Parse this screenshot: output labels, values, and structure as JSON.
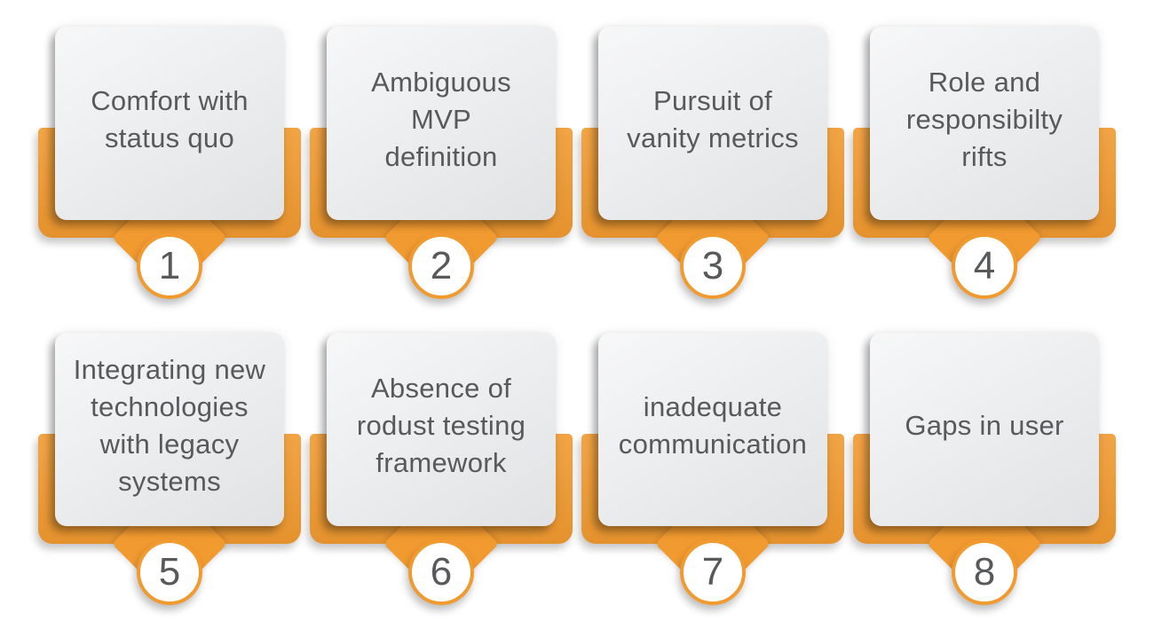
{
  "colors": {
    "accent": "#F19A30",
    "panel": "#EDEEF0",
    "text": "#58595B",
    "bg": "#FFFFFF"
  },
  "cards": [
    {
      "number": "1",
      "label": "Comfort with\nstatus quo"
    },
    {
      "number": "2",
      "label": "Ambiguous\nMVP\ndefinition"
    },
    {
      "number": "3",
      "label": "Pursuit of\nvanity metrics"
    },
    {
      "number": "4",
      "label": "Role and\nresponsibilty\nrifts"
    },
    {
      "number": "5",
      "label": "Integrating new\ntechnologies\nwith legacy\nsystems"
    },
    {
      "number": "6",
      "label": "Absence of\nrodust testing\nframework"
    },
    {
      "number": "7",
      "label": "inadequate\ncommunication"
    },
    {
      "number": "8",
      "label": "Gaps in user"
    }
  ]
}
